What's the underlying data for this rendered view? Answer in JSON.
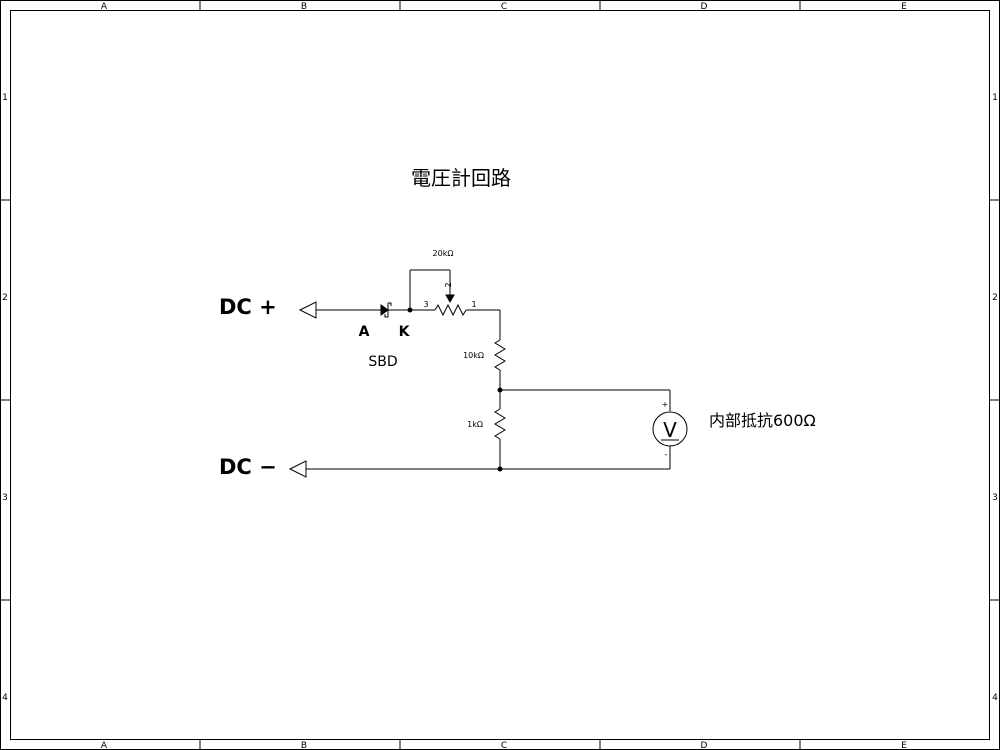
{
  "sheet": {
    "columns": [
      "A",
      "B",
      "C",
      "D",
      "E"
    ],
    "rows": [
      "1",
      "2",
      "3",
      "4"
    ]
  },
  "title": "電圧計回路",
  "terminals": {
    "dc_plus": "DC +",
    "dc_minus": "DC −"
  },
  "diode": {
    "anode_label": "A",
    "cathode_label": "K",
    "name": "SBD"
  },
  "potentiometer": {
    "value": "20kΩ",
    "pin3": "3",
    "pin2": "2",
    "pin1": "1"
  },
  "resistors": {
    "r1_value": "10kΩ",
    "r2_value": "1kΩ"
  },
  "voltmeter": {
    "symbol": "V",
    "plus": "+",
    "minus": "-",
    "label": "内部抵抗600Ω"
  }
}
